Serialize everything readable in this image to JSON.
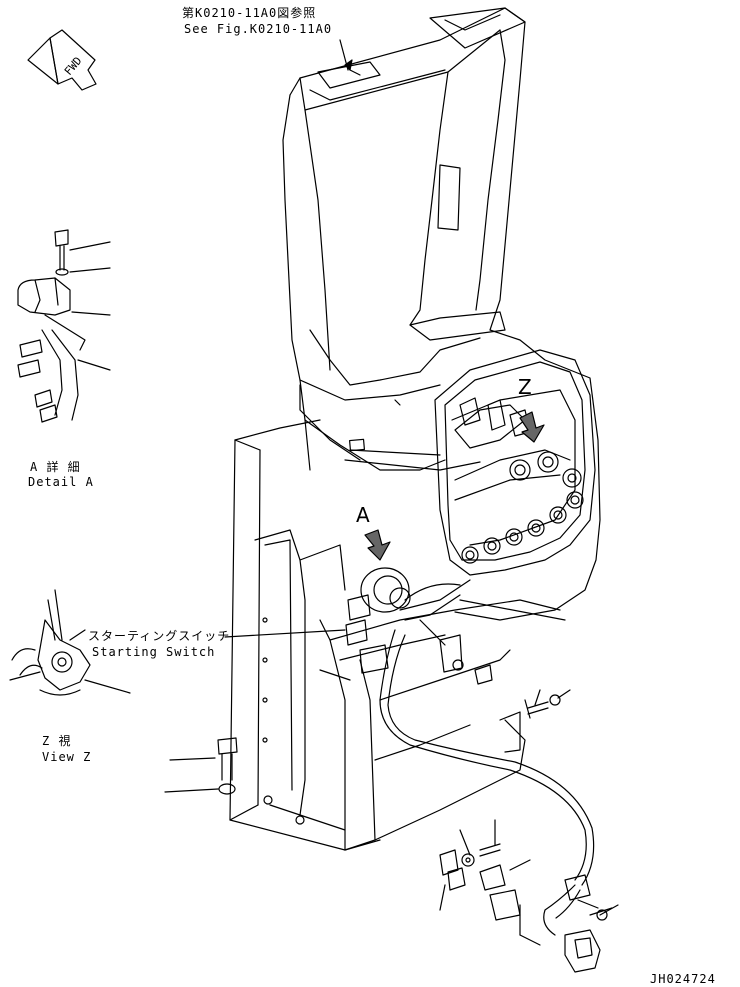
{
  "header_ref": {
    "jp": "第K0210-11A0図参照",
    "en": "See Fig.K0210-11A0"
  },
  "fwd_label": "FWD",
  "detail_a": {
    "jp": "A 詳 細",
    "en": "Detail A"
  },
  "view_z": {
    "jp": "Z  視",
    "en": "View Z"
  },
  "starting_switch": {
    "jp": "スターティングスイッチ",
    "en": "Starting Switch"
  },
  "marker_a": "A",
  "marker_z": "Z",
  "drawing_number": "JH024724"
}
